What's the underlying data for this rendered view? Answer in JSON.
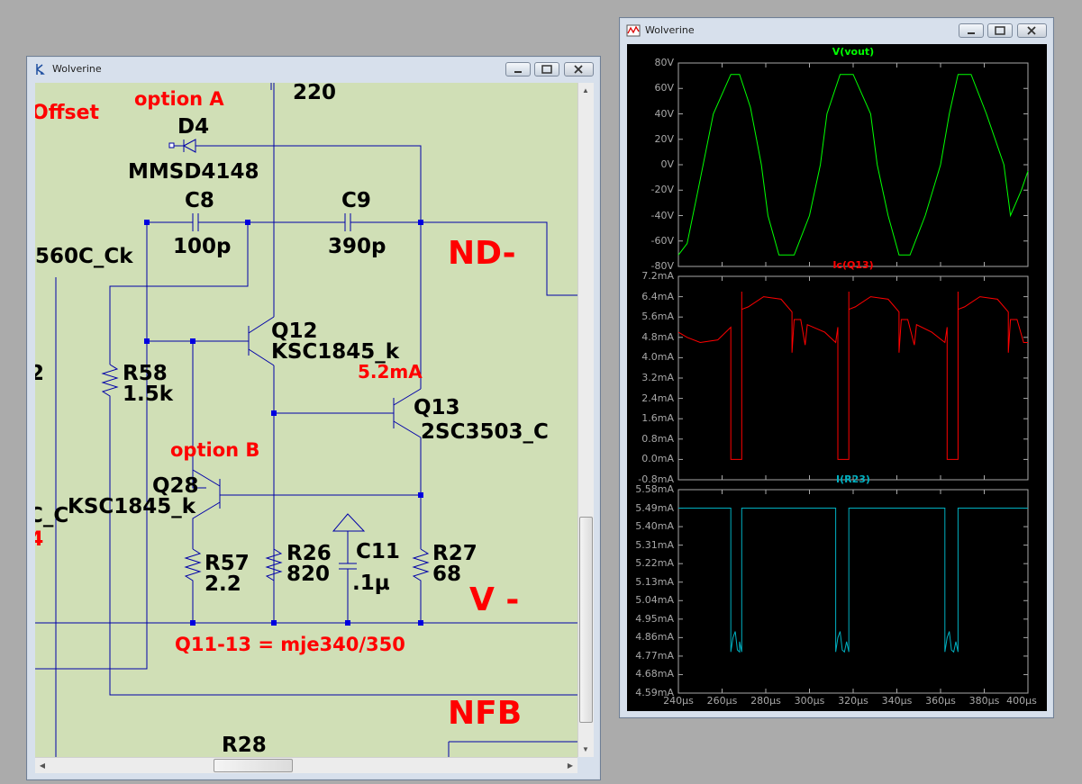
{
  "schematic_window": {
    "title": "Wolverine",
    "labels_black": {
      "r220": "220",
      "d4": "D4",
      "mmsd": "MMSD4148",
      "c8": "C8",
      "c8v": "100p",
      "c9": "C9",
      "c9v": "390p",
      "ck560": "560C_Ck",
      "q12": "Q12",
      "q12m": "KSC1845_k",
      "r58": "R58",
      "r58v": "1.5k",
      "q13": "Q13",
      "q13m": "2SC3503_C",
      "q28": "Q28",
      "q28m": "KSC1845_k",
      "cc": "C_C",
      "two": "2",
      "r57": "R57",
      "r57v": "2.2",
      "r26": "R26",
      "r26v": "820",
      "c11": "C11",
      "c11v": ".1µ",
      "r27": "R27",
      "r27v": "68",
      "r28": "R28"
    },
    "labels_red": {
      "offset": "Offset",
      "option_a": "option A",
      "option_b": "option B",
      "current": "5.2mA",
      "four": "4",
      "q_note": "Q11-13 = mje340/350",
      "nd": "ND-",
      "vminus": "V -",
      "nfb": "NFB"
    }
  },
  "waveform_window": {
    "title": "Wolverine",
    "x_ticks": [
      "240µs",
      "260µs",
      "280µs",
      "300µs",
      "320µs",
      "340µs",
      "360µs",
      "380µs",
      "400µs"
    ],
    "panes": [
      {
        "title": "V(vout)",
        "color": "#00ff00",
        "y_ticks": [
          "80V",
          "60V",
          "40V",
          "20V",
          "0V",
          "-20V",
          "-40V",
          "-60V",
          "-80V"
        ]
      },
      {
        "title": "Ic(Q13)",
        "color": "#ff0000",
        "y_ticks": [
          "7.2mA",
          "6.4mA",
          "5.6mA",
          "4.8mA",
          "4.0mA",
          "3.2mA",
          "2.4mA",
          "1.6mA",
          "0.8mA",
          "0.0mA",
          "-0.8mA"
        ]
      },
      {
        "title": "I(R23)",
        "color": "#00b0c0",
        "y_ticks": [
          "5.58mA",
          "5.49mA",
          "5.40mA",
          "5.31mA",
          "5.22mA",
          "5.13mA",
          "5.04mA",
          "4.95mA",
          "4.86mA",
          "4.77mA",
          "4.68mA",
          "4.59mA"
        ]
      }
    ]
  },
  "chart_data": [
    {
      "type": "line",
      "title": "V(vout)",
      "xlabel": "",
      "ylabel": "",
      "xlim": [
        240,
        400
      ],
      "ylim": [
        -80,
        80
      ],
      "series": [
        {
          "name": "V(vout)",
          "x": [
            240,
            244,
            249,
            256,
            264,
            268,
            273,
            278,
            281,
            286,
            293,
            300,
            305,
            308,
            314,
            320,
            328,
            331,
            336,
            341,
            346,
            353,
            360,
            364,
            368,
            374,
            381,
            389,
            392,
            397,
            400
          ],
          "y": [
            -71,
            -62,
            -20,
            40,
            71,
            71,
            45,
            0,
            -40,
            -71,
            -71,
            -40,
            0,
            40,
            71,
            71,
            40,
            0,
            -40,
            -71,
            -71,
            -40,
            0,
            40,
            71,
            71,
            40,
            0,
            -40,
            -20,
            -5
          ]
        }
      ]
    },
    {
      "type": "line",
      "title": "Ic(Q13)",
      "xlabel": "",
      "ylabel": "",
      "xlim": [
        240,
        400
      ],
      "ylim": [
        -0.8,
        7.2
      ],
      "series": [
        {
          "name": "Ic(Q13)",
          "x": [
            240,
            244,
            250,
            258,
            264,
            264,
            269,
            269,
            269,
            272,
            279,
            287,
            292,
            292,
            293,
            296,
            298,
            299,
            307,
            312,
            313,
            313,
            318,
            318,
            318,
            321,
            328,
            336,
            341,
            341,
            342,
            345,
            348,
            349,
            356,
            362,
            363,
            363,
            368,
            368,
            368,
            371,
            378,
            386,
            391,
            391,
            392,
            395,
            398,
            400
          ],
          "y": [
            5.0,
            4.8,
            4.6,
            4.7,
            5.2,
            0.0,
            0.0,
            6.6,
            5.9,
            6.0,
            6.4,
            6.3,
            5.8,
            4.2,
            5.5,
            5.5,
            4.5,
            5.3,
            5.0,
            4.6,
            5.2,
            0.0,
            0.0,
            6.6,
            5.9,
            6.0,
            6.4,
            6.3,
            5.8,
            4.2,
            5.5,
            5.5,
            4.5,
            5.3,
            5.0,
            4.6,
            5.2,
            0.0,
            0.0,
            6.6,
            5.9,
            6.0,
            6.4,
            6.3,
            5.8,
            4.2,
            5.5,
            5.5,
            4.6,
            4.6
          ]
        }
      ]
    },
    {
      "type": "line",
      "title": "I(R23)",
      "xlabel": "",
      "ylabel": "",
      "xlim": [
        240,
        400
      ],
      "ylim": [
        4.59,
        5.58
      ],
      "series": [
        {
          "name": "I(R23)",
          "x": [
            240,
            264,
            264,
            265,
            266,
            267,
            268,
            268,
            269,
            269,
            312,
            312,
            313,
            314,
            315,
            316,
            317,
            318,
            318,
            362,
            362,
            363,
            364,
            365,
            366,
            367,
            368,
            368,
            400
          ],
          "y": [
            5.49,
            5.49,
            4.79,
            4.86,
            4.89,
            4.8,
            4.79,
            4.84,
            4.79,
            5.49,
            5.49,
            4.79,
            4.86,
            4.89,
            4.8,
            4.79,
            4.84,
            4.79,
            5.49,
            5.49,
            4.79,
            4.86,
            4.89,
            4.8,
            4.79,
            4.84,
            4.79,
            5.49,
            5.49
          ]
        }
      ]
    }
  ]
}
